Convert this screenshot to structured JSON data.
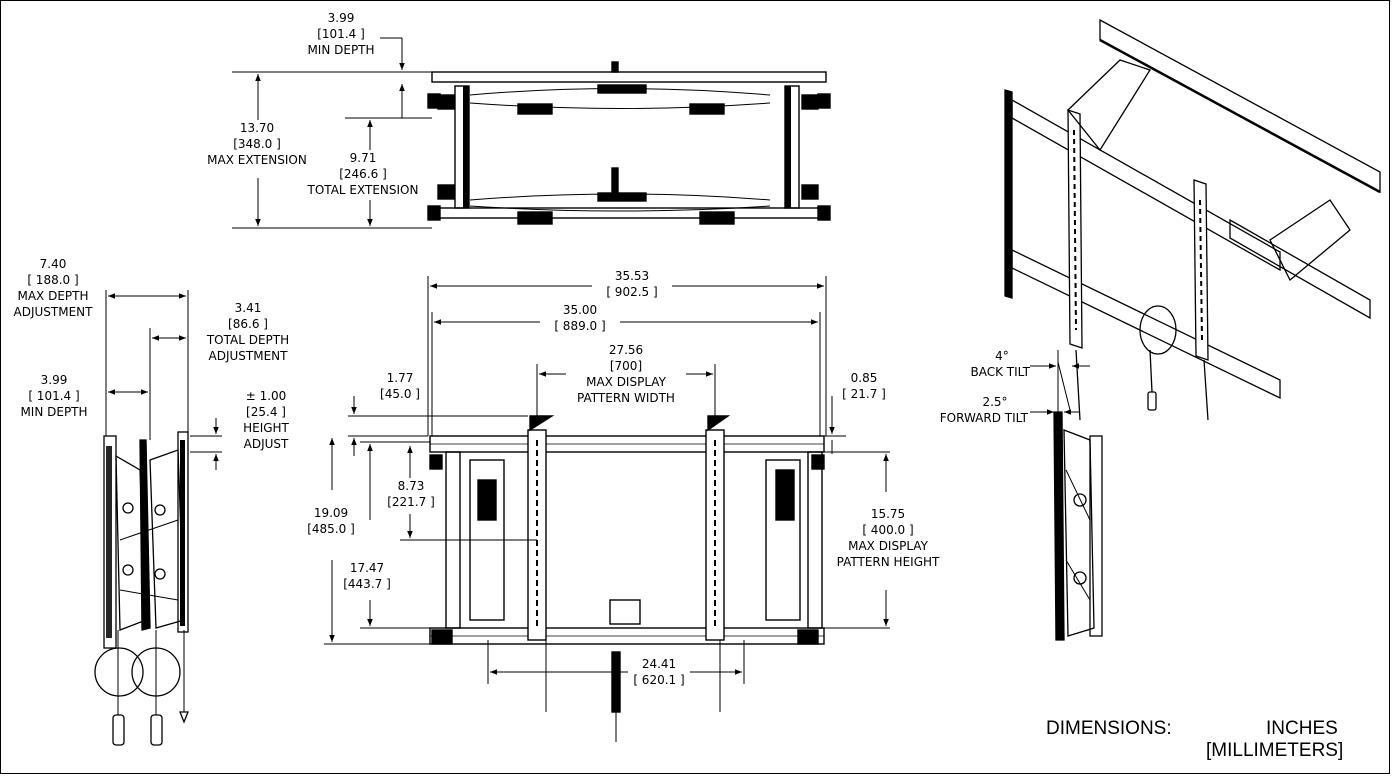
{
  "colors": {
    "line": "#000000",
    "background": "#ffffff"
  },
  "top_view": {
    "min_depth": {
      "in": "3.99",
      "mm": "[101.4 ]",
      "label": "MIN DEPTH"
    },
    "max_extension": {
      "in": "13.70",
      "mm": "[348.0 ]",
      "label": "MAX EXTENSION"
    },
    "total_extension": {
      "in": "9.71",
      "mm": "[246.6 ]",
      "label": "TOTAL EXTENSION"
    }
  },
  "side_view": {
    "max_depth_adjustment": {
      "in": "7.40",
      "mm": "[ 188.0 ]",
      "label1": "MAX DEPTH",
      "label2": "ADJUSTMENT"
    },
    "total_depth_adjustment": {
      "in": "3.41",
      "mm": "[86.6 ]",
      "label1": "TOTAL DEPTH",
      "label2": "ADJUSTMENT"
    },
    "min_depth": {
      "in": "3.99",
      "mm": "[ 101.4 ]",
      "label": "MIN DEPTH"
    },
    "height_adjust": {
      "in": "± 1.00",
      "mm": "[25.4 ]",
      "label1": "HEIGHT",
      "label2": "ADJUST"
    }
  },
  "front_view": {
    "overall_width": {
      "in": "35.53",
      "mm": "[ 902.5 ]"
    },
    "rail_width": {
      "in": "35.00",
      "mm": "[ 889.0 ]"
    },
    "max_display_pattern_width": {
      "in": "27.56",
      "mm": "[700]",
      "label1": "MAX DISPLAY",
      "label2": "PATTERN WIDTH"
    },
    "left_offset": {
      "in": "1.77",
      "mm": "[45.0 ]"
    },
    "right_offset": {
      "in": "0.85",
      "mm": "[ 21.7 ]"
    },
    "center_height": {
      "in": "8.73",
      "mm": "[221.7 ]"
    },
    "overall_height": {
      "in": "19.09",
      "mm": "[485.0 ]"
    },
    "inner_height": {
      "in": "17.47",
      "mm": "[443.7 ]"
    },
    "max_display_pattern_height": {
      "in": "15.75",
      "mm": "[ 400.0 ]",
      "label1": "MAX DISPLAY",
      "label2": "PATTERN HEIGHT"
    },
    "bottom_width": {
      "in": "24.41",
      "mm": "[ 620.1 ]"
    }
  },
  "tilt_view": {
    "back_tilt": {
      "value": "4°",
      "label": "BACK TILT"
    },
    "forward_tilt": {
      "value": "2.5°",
      "label": "FORWARD TILT"
    }
  },
  "units_note": {
    "label": "DIMENSIONS:",
    "primary": "INCHES",
    "secondary": "[MILLIMETERS]"
  }
}
